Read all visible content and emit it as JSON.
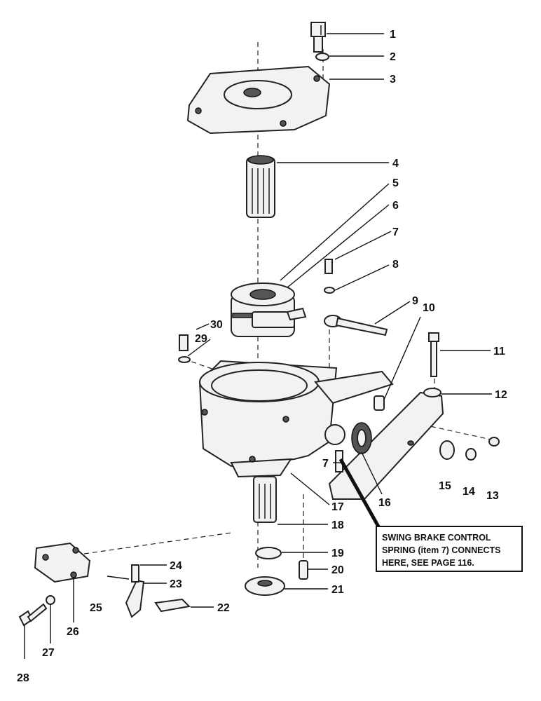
{
  "callouts": [
    {
      "id": "1",
      "label": "1"
    },
    {
      "id": "2",
      "label": "2"
    },
    {
      "id": "3",
      "label": "3"
    },
    {
      "id": "4",
      "label": "4"
    },
    {
      "id": "5",
      "label": "5"
    },
    {
      "id": "6",
      "label": "6"
    },
    {
      "id": "7",
      "label": "7"
    },
    {
      "id": "8",
      "label": "8"
    },
    {
      "id": "9",
      "label": "9"
    },
    {
      "id": "10",
      "label": "10"
    },
    {
      "id": "11",
      "label": "11"
    },
    {
      "id": "12",
      "label": "12"
    },
    {
      "id": "13",
      "label": "13"
    },
    {
      "id": "14",
      "label": "14"
    },
    {
      "id": "15",
      "label": "15"
    },
    {
      "id": "16",
      "label": "16"
    },
    {
      "id": "7b",
      "label": "7"
    },
    {
      "id": "17",
      "label": "17"
    },
    {
      "id": "18",
      "label": "18"
    },
    {
      "id": "19",
      "label": "19"
    },
    {
      "id": "20",
      "label": "20"
    },
    {
      "id": "21",
      "label": "21"
    },
    {
      "id": "22",
      "label": "22"
    },
    {
      "id": "23",
      "label": "23"
    },
    {
      "id": "24",
      "label": "24"
    },
    {
      "id": "25",
      "label": "25"
    },
    {
      "id": "26",
      "label": "26"
    },
    {
      "id": "27",
      "label": "27"
    },
    {
      "id": "28",
      "label": "28"
    },
    {
      "id": "29",
      "label": "29"
    },
    {
      "id": "30",
      "label": "30"
    }
  ],
  "note": {
    "lines": [
      "SWING BRAKE CONTROL",
      "SPRING (item 7) CONNECTS",
      "HERE, SEE PAGE 116."
    ]
  }
}
